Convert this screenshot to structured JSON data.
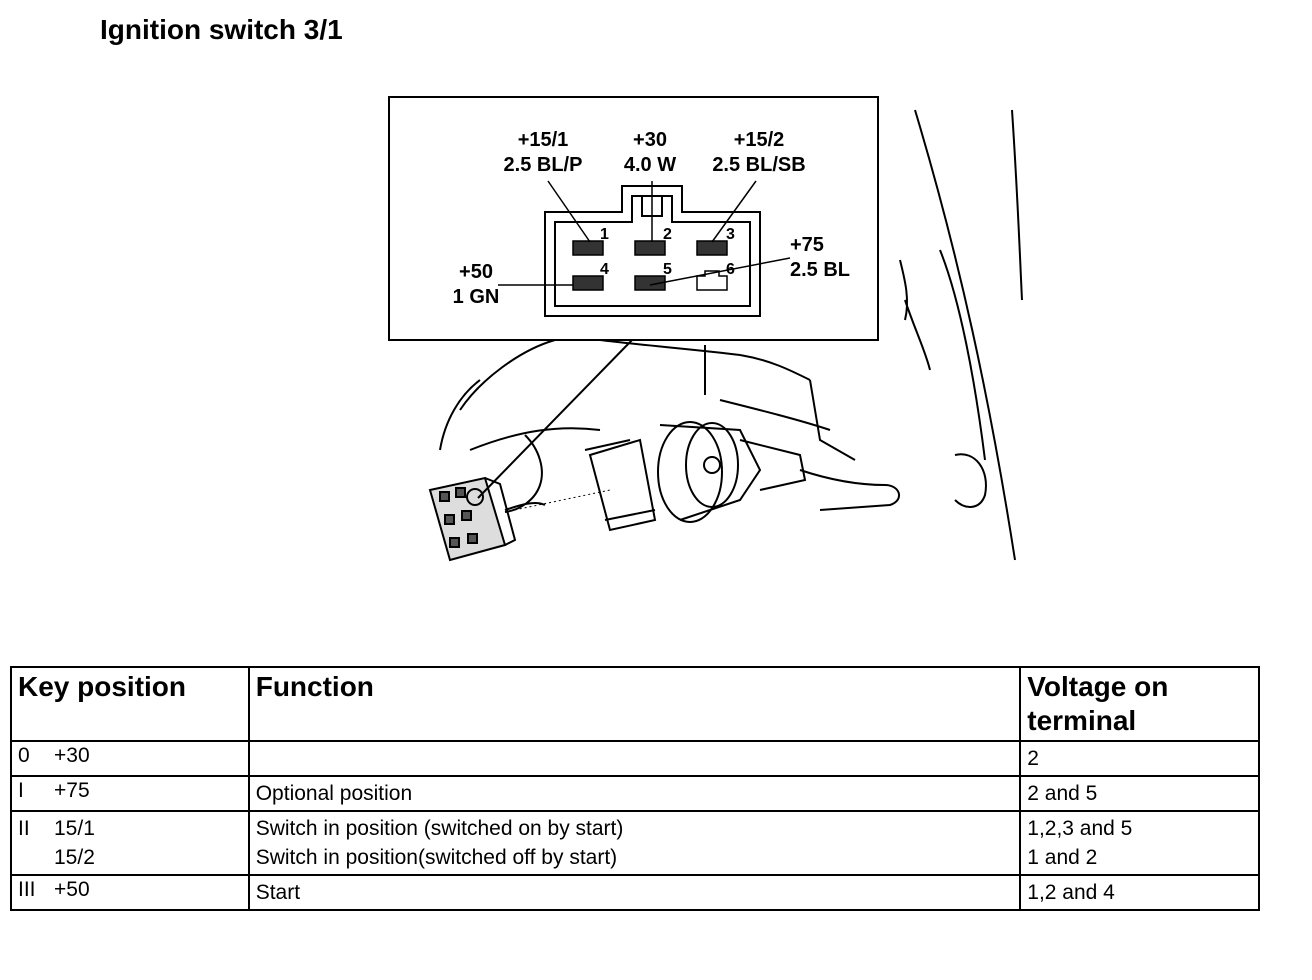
{
  "title": "Ignition switch 3/1",
  "connector": {
    "wires": [
      {
        "terminal": "+15/1",
        "spec": "2.5 BL/P",
        "pin": "1"
      },
      {
        "terminal": "+30",
        "spec": "4.0 W",
        "pin": "2"
      },
      {
        "terminal": "+15/2",
        "spec": "2.5 BL/SB",
        "pin": "3"
      },
      {
        "terminal": "+50",
        "spec": "1 GN",
        "pin": "4"
      },
      {
        "terminal": "+75",
        "spec": "2.5 BL",
        "pin": "5"
      }
    ],
    "unused_pin": "6"
  },
  "table": {
    "headers": [
      "Key position",
      "Function",
      "Voltage on terminal"
    ],
    "rows": [
      {
        "pos": "0",
        "term": [
          "+30"
        ],
        "function": [
          ""
        ],
        "voltage": [
          "2"
        ]
      },
      {
        "pos": "I",
        "term": [
          "+75"
        ],
        "function": [
          "Optional position"
        ],
        "voltage": [
          "2 and 5"
        ]
      },
      {
        "pos": "II",
        "term": [
          "15/1",
          "15/2"
        ],
        "function": [
          "Switch in position (switched on by start)",
          "Switch in position(switched off by start)"
        ],
        "voltage": [
          "1,2,3 and 5",
          "1 and 2"
        ]
      },
      {
        "pos": "III",
        "term": [
          "+50"
        ],
        "function": [
          "Start"
        ],
        "voltage": [
          "1,2 and 4"
        ]
      }
    ]
  }
}
